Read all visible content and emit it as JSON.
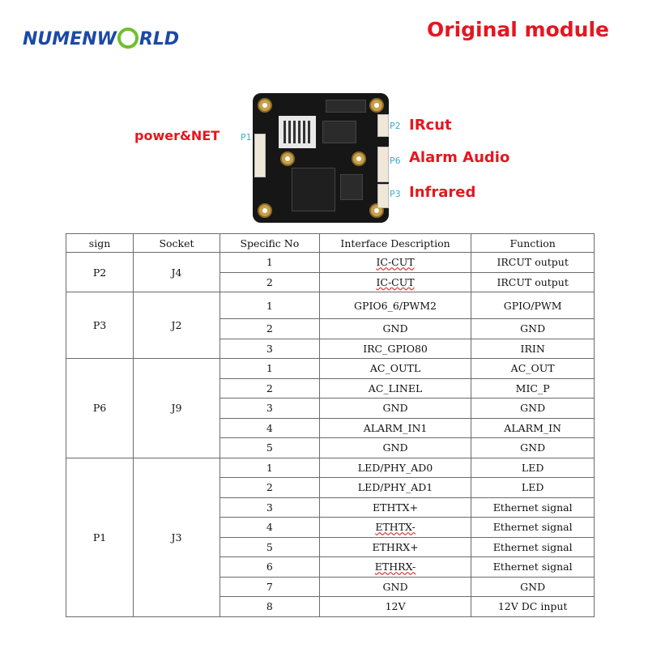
{
  "logo": {
    "part1": "NUMENW",
    "part2": "RLD"
  },
  "title": "Original module",
  "board_labels": {
    "p1_name": "power&NET",
    "p1_pad": "P1",
    "p2_name": "IRcut",
    "p2_pad": "P2",
    "p6_name": "Alarm Audio",
    "p6_pad": "P6",
    "p3_name": "Infrared",
    "p3_pad": "P3"
  },
  "colors": {
    "label_red": "#e5161f",
    "logo_blue": "#1b49a6",
    "logo_green": "#6fbf2a",
    "pad_cyan": "#3ab0c8"
  },
  "table": {
    "headers": [
      "sign",
      "Socket",
      "Specific No",
      "Interface Description",
      "Function"
    ],
    "groups": [
      {
        "sign": "P2",
        "socket": "J4",
        "rows": [
          {
            "no": "1",
            "iface": "IC-CUT",
            "func": "IRCUT output"
          },
          {
            "no": "2",
            "iface": "IC-CUT",
            "func": "IRCUT output"
          }
        ]
      },
      {
        "sign": "P3",
        "socket": "J2",
        "rows": [
          {
            "no": "1",
            "iface": "GPIO6_6/PWM2",
            "func": "GPIO/PWM"
          },
          {
            "no": "2",
            "iface": "GND",
            "func": "GND"
          },
          {
            "no": "3",
            "iface": "IRC_GPIO80",
            "func": "IRIN"
          }
        ]
      },
      {
        "sign": "P6",
        "socket": "J9",
        "rows": [
          {
            "no": "1",
            "iface": "AC_OUTL",
            "func": "AC_OUT"
          },
          {
            "no": "2",
            "iface": "AC_LINEL",
            "func": "MIC_P"
          },
          {
            "no": "3",
            "iface": "GND",
            "func": "GND"
          },
          {
            "no": "4",
            "iface": "ALARM_IN1",
            "func": "ALARM_IN"
          },
          {
            "no": "5",
            "iface": "GND",
            "func": "GND"
          }
        ]
      },
      {
        "sign": "P1",
        "socket": "J3",
        "rows": [
          {
            "no": "1",
            "iface": "LED/PHY_AD0",
            "func": "LED"
          },
          {
            "no": "2",
            "iface": "LED/PHY_AD1",
            "func": "LED"
          },
          {
            "no": "3",
            "iface": "ETHTX+",
            "func": "Ethernet signal"
          },
          {
            "no": "4",
            "iface": "ETHTX-",
            "func": "Ethernet signal"
          },
          {
            "no": "5",
            "iface": "ETHRX+",
            "func": "Ethernet signal"
          },
          {
            "no": "6",
            "iface": "ETHRX-",
            "func": "Ethernet signal"
          },
          {
            "no": "7",
            "iface": "GND",
            "func": "GND"
          },
          {
            "no": "8",
            "iface": "12V",
            "func": "12V DC input"
          }
        ]
      }
    ]
  }
}
